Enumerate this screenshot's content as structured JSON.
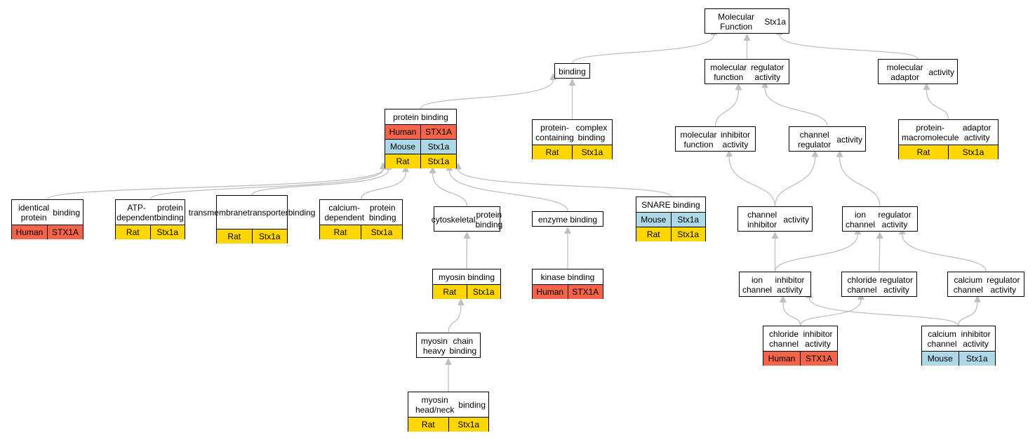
{
  "colors": {
    "Human": "#f4644a",
    "Mouse": "#add8e6",
    "Rat": "#ffd700",
    "edge": "#bfbfbf"
  },
  "nodes": [
    {
      "id": "mf",
      "lines": [
        "Molecular Function",
        "Stx1a"
      ],
      "rows": []
    },
    {
      "id": "binding",
      "lines": [
        "binding"
      ],
      "rows": []
    },
    {
      "id": "mfra",
      "lines": [
        "molecular function",
        "regulator activity"
      ],
      "rows": []
    },
    {
      "id": "maa",
      "lines": [
        "molecular adaptor",
        "activity"
      ],
      "rows": []
    },
    {
      "id": "pb",
      "lines": [
        "protein binding"
      ],
      "rows": [
        {
          "species": "Human",
          "gene": "STX1A"
        },
        {
          "species": "Mouse",
          "gene": "Stx1a"
        },
        {
          "species": "Rat",
          "gene": "Stx1a"
        }
      ]
    },
    {
      "id": "pccb",
      "lines": [
        "protein-containing",
        "complex binding"
      ],
      "rows": [
        {
          "species": "Rat",
          "gene": "Stx1a"
        }
      ]
    },
    {
      "id": "mfia",
      "lines": [
        "molecular function",
        "inhibitor activity"
      ],
      "rows": []
    },
    {
      "id": "cra",
      "lines": [
        "channel regulator",
        "activity"
      ],
      "rows": []
    },
    {
      "id": "pmaa",
      "lines": [
        "protein-macromolecule",
        "adaptor activity"
      ],
      "rows": [
        {
          "species": "Rat",
          "gene": "Stx1a"
        }
      ]
    },
    {
      "id": "ipb",
      "lines": [
        "identical protein",
        "binding"
      ],
      "rows": [
        {
          "species": "Human",
          "gene": "STX1A"
        }
      ]
    },
    {
      "id": "atp",
      "lines": [
        "ATP-dependent",
        "protein binding"
      ],
      "rows": [
        {
          "species": "Rat",
          "gene": "Stx1a"
        }
      ]
    },
    {
      "id": "ttb",
      "lines": [
        "transmembrane",
        "transporter",
        "binding"
      ],
      "rows": [
        {
          "species": "Rat",
          "gene": "Stx1a"
        }
      ]
    },
    {
      "id": "cdpb",
      "lines": [
        "calcium-dependent",
        "protein binding"
      ],
      "rows": [
        {
          "species": "Rat",
          "gene": "Stx1a"
        }
      ]
    },
    {
      "id": "cytb",
      "lines": [
        "cytoskeletal",
        "protein binding"
      ],
      "rows": []
    },
    {
      "id": "enz",
      "lines": [
        "enzyme binding"
      ],
      "rows": []
    },
    {
      "id": "snare",
      "lines": [
        "SNARE binding"
      ],
      "rows": [
        {
          "species": "Mouse",
          "gene": "Stx1a"
        },
        {
          "species": "Rat",
          "gene": "Stx1a"
        }
      ]
    },
    {
      "id": "cia",
      "lines": [
        "channel inhibitor",
        "activity"
      ],
      "rows": []
    },
    {
      "id": "icra",
      "lines": [
        "ion channel",
        "regulator activity"
      ],
      "rows": []
    },
    {
      "id": "myob",
      "lines": [
        "myosin binding"
      ],
      "rows": [
        {
          "species": "Rat",
          "gene": "Stx1a"
        }
      ]
    },
    {
      "id": "kin",
      "lines": [
        "kinase binding"
      ],
      "rows": [
        {
          "species": "Human",
          "gene": "STX1A"
        }
      ]
    },
    {
      "id": "icia",
      "lines": [
        "ion channel",
        "inhibitor activity"
      ],
      "rows": []
    },
    {
      "id": "ccra",
      "lines": [
        "chloride channel",
        "regulator activity"
      ],
      "rows": []
    },
    {
      "id": "cacra",
      "lines": [
        "calcium channel",
        "regulator activity"
      ],
      "rows": []
    },
    {
      "id": "mhcb",
      "lines": [
        "myosin heavy",
        "chain binding"
      ],
      "rows": []
    },
    {
      "id": "ccia",
      "lines": [
        "chloride channel",
        "inhibitor activity"
      ],
      "rows": [
        {
          "species": "Human",
          "gene": "STX1A"
        }
      ]
    },
    {
      "id": "cacia",
      "lines": [
        "calcium channel",
        "inhibitor activity"
      ],
      "rows": [
        {
          "species": "Mouse",
          "gene": "Stx1a"
        }
      ]
    },
    {
      "id": "mhnb",
      "lines": [
        "myosin head/neck",
        "binding"
      ],
      "rows": [
        {
          "species": "Rat",
          "gene": "Stx1a"
        }
      ]
    }
  ],
  "edges": [
    {
      "from": "binding",
      "to": "mf"
    },
    {
      "from": "mfra",
      "to": "mf"
    },
    {
      "from": "maa",
      "to": "mf"
    },
    {
      "from": "pb",
      "to": "binding"
    },
    {
      "from": "pccb",
      "to": "binding"
    },
    {
      "from": "mfia",
      "to": "mfra"
    },
    {
      "from": "cra",
      "to": "mfra"
    },
    {
      "from": "pmaa",
      "to": "maa"
    },
    {
      "from": "ipb",
      "to": "pb"
    },
    {
      "from": "atp",
      "to": "pb"
    },
    {
      "from": "ttb",
      "to": "pb"
    },
    {
      "from": "cdpb",
      "to": "pb"
    },
    {
      "from": "cytb",
      "to": "pb"
    },
    {
      "from": "enz",
      "to": "pb"
    },
    {
      "from": "snare",
      "to": "pb"
    },
    {
      "from": "cia",
      "to": "mfia"
    },
    {
      "from": "cia",
      "to": "cra"
    },
    {
      "from": "icra",
      "to": "cra"
    },
    {
      "from": "myob",
      "to": "cytb"
    },
    {
      "from": "kin",
      "to": "enz"
    },
    {
      "from": "icia",
      "to": "cia"
    },
    {
      "from": "icia",
      "to": "icra"
    },
    {
      "from": "ccra",
      "to": "icra"
    },
    {
      "from": "cacra",
      "to": "icra"
    },
    {
      "from": "mhcb",
      "to": "myob"
    },
    {
      "from": "ccia",
      "to": "icia"
    },
    {
      "from": "ccia",
      "to": "ccra"
    },
    {
      "from": "cacia",
      "to": "icia"
    },
    {
      "from": "cacia",
      "to": "cacra"
    },
    {
      "from": "mhnb",
      "to": "mhcb"
    }
  ]
}
